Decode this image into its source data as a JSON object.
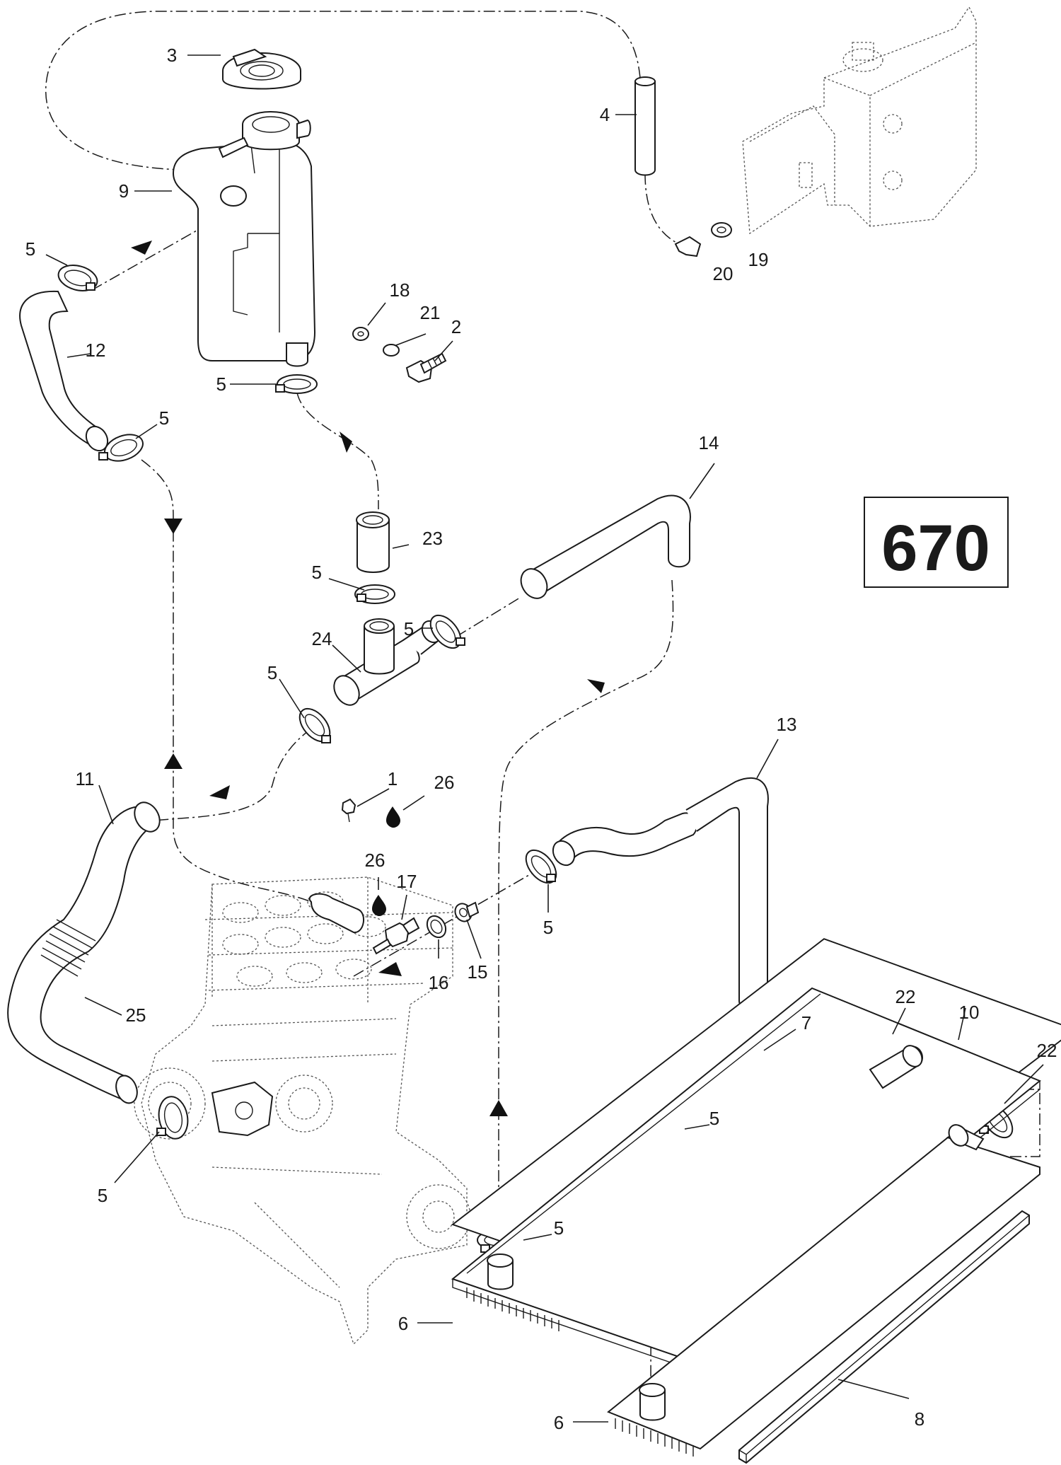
{
  "diagram": {
    "model_code": "670",
    "callouts": [
      "1",
      "2",
      "3",
      "4",
      "5",
      "6",
      "7",
      "8",
      "9",
      "10",
      "11",
      "12",
      "13",
      "14",
      "15",
      "16",
      "17",
      "18",
      "19",
      "20",
      "21",
      "22",
      "23",
      "24",
      "25",
      "26"
    ],
    "icons": [
      "thread-sealant-drop-icon",
      "flow-direction-arrow-icon"
    ]
  }
}
